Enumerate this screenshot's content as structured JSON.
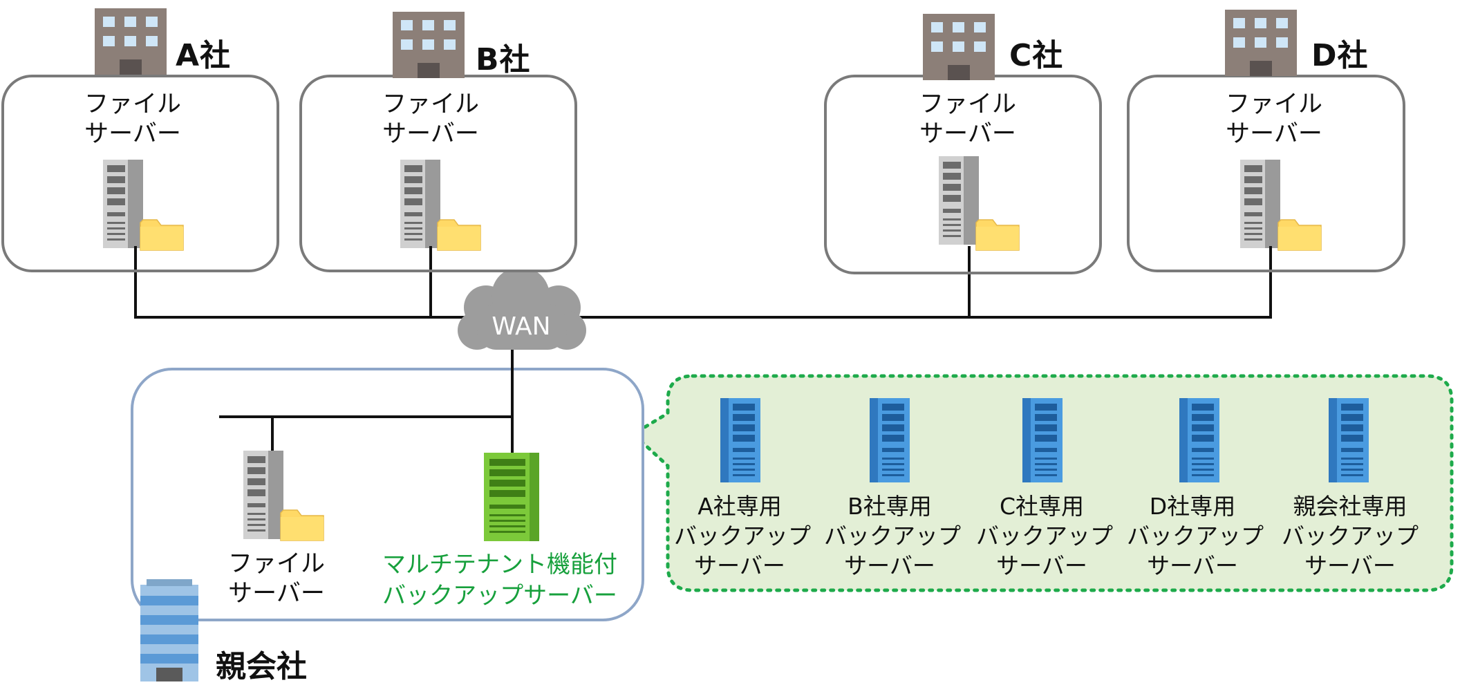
{
  "companies": [
    {
      "name": "A社",
      "server": {
        "line1": "ファイル",
        "line2": "サーバー"
      }
    },
    {
      "name": "B社",
      "server": {
        "line1": "ファイル",
        "line2": "サーバー"
      }
    },
    {
      "name": "C社",
      "server": {
        "line1": "ファイル",
        "line2": "サーバー"
      }
    },
    {
      "name": "D社",
      "server": {
        "line1": "ファイル",
        "line2": "サーバー"
      }
    }
  ],
  "wan": {
    "label": "WAN"
  },
  "parent": {
    "name": "親会社",
    "file_server": {
      "line1": "ファイル",
      "line2": "サーバー"
    },
    "backup_server": {
      "line1": "マルチテナント機能付",
      "line2": "バックアップサーバー"
    }
  },
  "dedicated_backups": [
    {
      "line1": "A社専用",
      "line2": "バックアップ",
      "line3": "サーバー"
    },
    {
      "line1": "B社専用",
      "line2": "バックアップ",
      "line3": "サーバー"
    },
    {
      "line1": "C社専用",
      "line2": "バックアップ",
      "line3": "サーバー"
    },
    {
      "line1": "D社専用",
      "line2": "バックアップ",
      "line3": "サーバー"
    },
    {
      "line1": "親会社専用",
      "line2": "バックアップ",
      "line3": "サーバー"
    }
  ],
  "colors": {
    "box_border": "#7a7a7a",
    "parent_border": "#8ea6c8",
    "callout_fill": "#e3efd6",
    "callout_border": "#1eaa4b",
    "green_text": "#17a03c",
    "blue_server": "#3f8fd6",
    "green_server": "#6cbf2a",
    "folder": "#ffd966",
    "wan_cloud": "#9d9d9d"
  },
  "icons": [
    "building-icon",
    "file-server-icon",
    "folder-icon",
    "cloud-icon",
    "backup-server-icon",
    "office-tower-icon"
  ]
}
